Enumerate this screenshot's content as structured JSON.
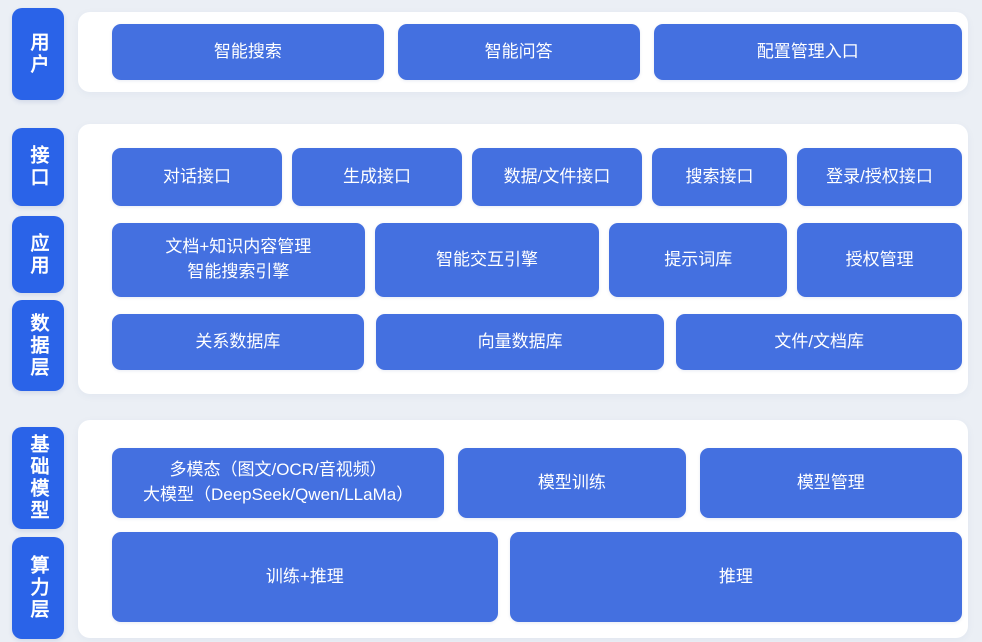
{
  "diagram_title": "AI platform layered architecture",
  "colors": {
    "page_background": "#ebeff5",
    "rail_pill": "#2a63e8",
    "block": "#4470e0",
    "panel": "#ffffff",
    "text": "#ffffff"
  },
  "rails": [
    {
      "label": "用户"
    },
    {
      "label": "接口"
    },
    {
      "label": "应用"
    },
    {
      "label": "数据层"
    },
    {
      "label": "基础模型"
    },
    {
      "label": "算力层"
    }
  ],
  "sections": [
    {
      "name": "user-section",
      "rows": [
        {
          "buttons": [
            {
              "label": "智能搜索"
            },
            {
              "label": "智能问答"
            },
            {
              "label": "配置管理入口"
            }
          ]
        }
      ]
    },
    {
      "name": "interface-application-data-section",
      "rows": [
        {
          "buttons": [
            {
              "label": "对话接口"
            },
            {
              "label": "生成接口"
            },
            {
              "label": "数据/文件接口"
            },
            {
              "label": "搜索接口"
            },
            {
              "label": "登录/授权接口"
            }
          ]
        },
        {
          "buttons": [
            {
              "label": "文档+知识内容管理\n智能搜索引擎"
            },
            {
              "label": "智能交互引擎"
            },
            {
              "label": "提示词库"
            },
            {
              "label": "授权管理"
            }
          ]
        },
        {
          "buttons": [
            {
              "label": "关系数据库"
            },
            {
              "label": "向量数据库"
            },
            {
              "label": "文件/文档库"
            }
          ]
        }
      ]
    },
    {
      "name": "model-compute-section",
      "rows": [
        {
          "buttons": [
            {
              "label": "多模态（图文/OCR/音视频）\n大模型（DeepSeek/Qwen/LLaMa）"
            },
            {
              "label": "模型训练"
            },
            {
              "label": "模型管理"
            }
          ]
        },
        {
          "buttons": [
            {
              "label": "训练+推理"
            },
            {
              "label": "推理"
            }
          ]
        }
      ]
    }
  ]
}
